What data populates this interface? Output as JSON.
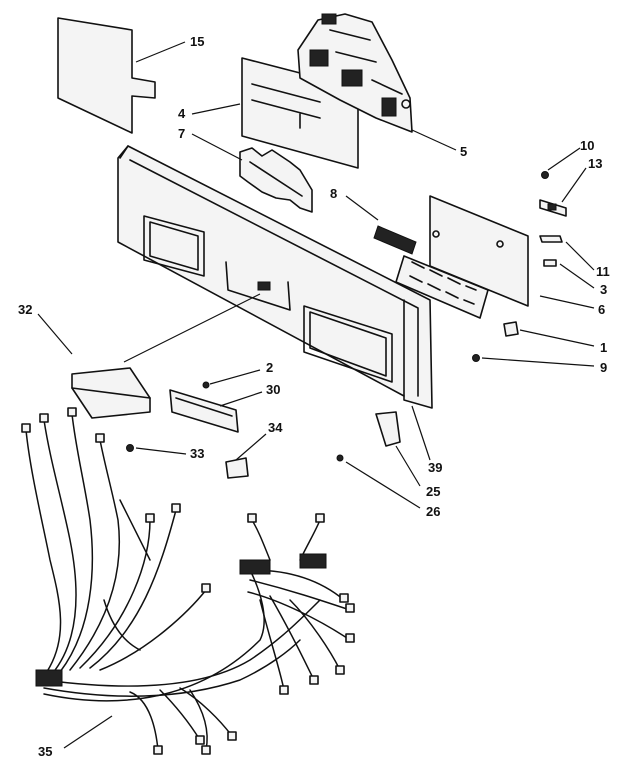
{
  "callouts": [
    {
      "id": "15",
      "text": "15"
    },
    {
      "id": "4",
      "text": "4"
    },
    {
      "id": "7",
      "text": "7"
    },
    {
      "id": "5",
      "text": "5"
    },
    {
      "id": "10",
      "text": "10"
    },
    {
      "id": "13",
      "text": "13"
    },
    {
      "id": "8",
      "text": "8"
    },
    {
      "id": "11",
      "text": "11"
    },
    {
      "id": "3",
      "text": "3"
    },
    {
      "id": "6",
      "text": "6"
    },
    {
      "id": "1",
      "text": "1"
    },
    {
      "id": "9",
      "text": "9"
    },
    {
      "id": "32",
      "text": "32"
    },
    {
      "id": "2",
      "text": "2"
    },
    {
      "id": "30",
      "text": "30"
    },
    {
      "id": "34",
      "text": "34"
    },
    {
      "id": "33",
      "text": "33"
    },
    {
      "id": "39",
      "text": "39"
    },
    {
      "id": "25",
      "text": "25"
    },
    {
      "id": "26",
      "text": "26"
    },
    {
      "id": "35",
      "text": "35"
    }
  ]
}
